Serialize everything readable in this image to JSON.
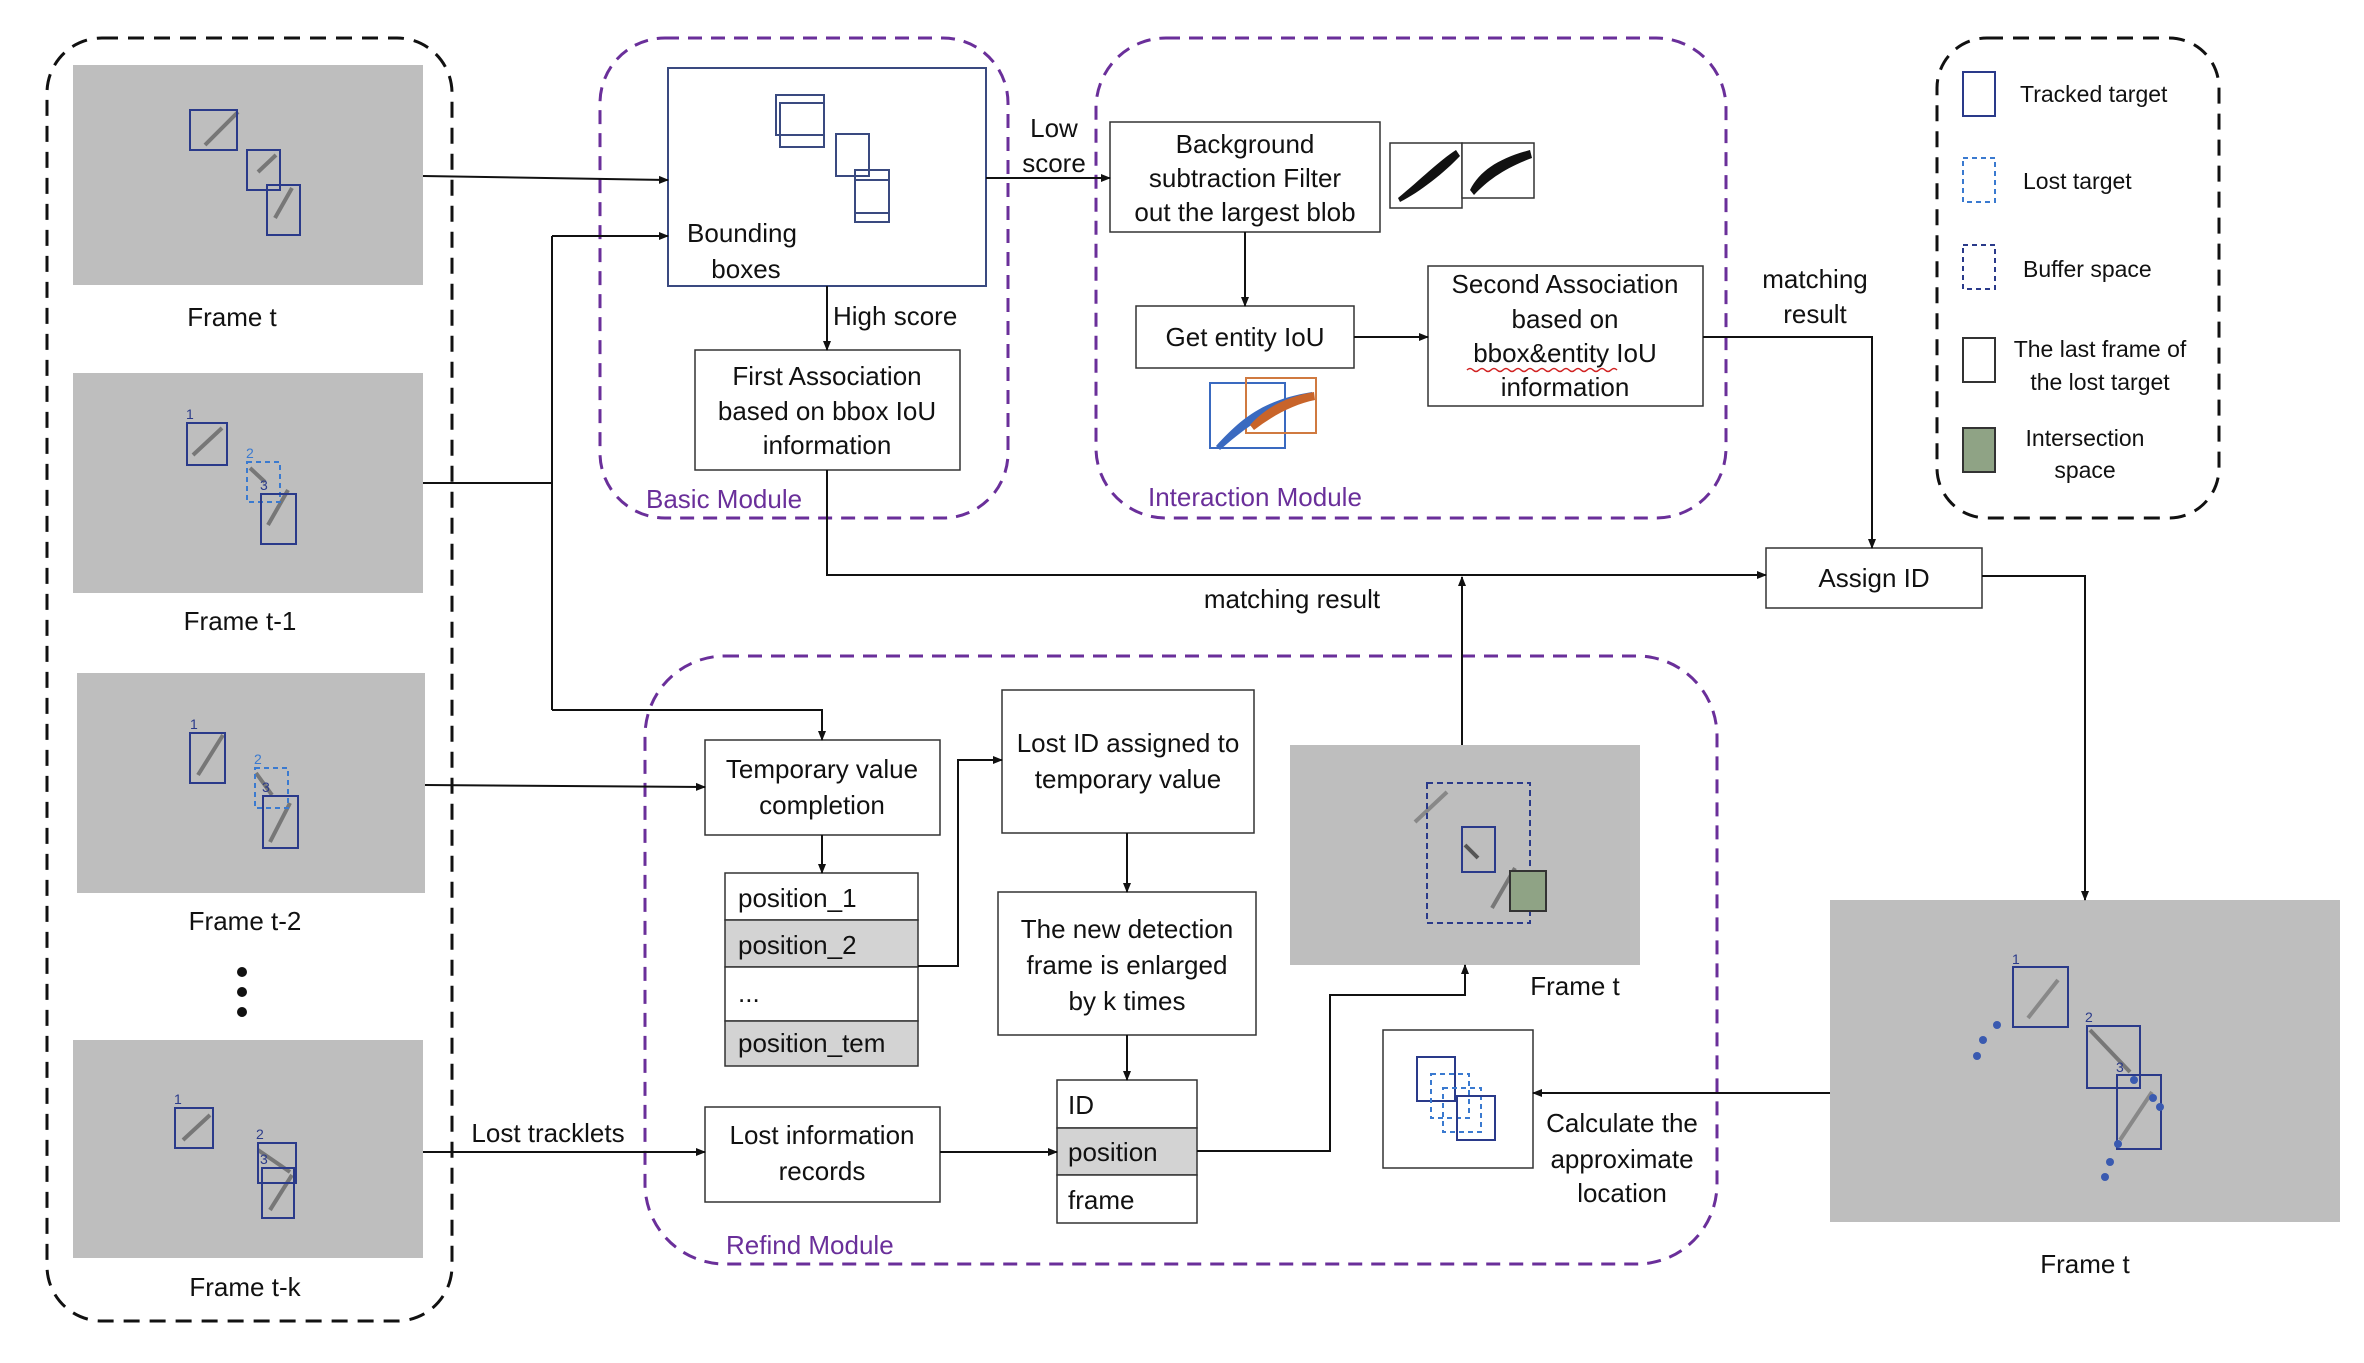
{
  "frames": {
    "t": "Frame t",
    "t1": "Frame t-1",
    "t2": "Frame t-2",
    "tk": "Frame t-k",
    "mid": "Frame t",
    "right": "Frame t"
  },
  "track_ids": {
    "one": "1",
    "two": "2",
    "three": "3"
  },
  "basic_module": {
    "title": "Basic Module",
    "bbox_label_1": "Bounding",
    "bbox_label_2": "boxes",
    "low_score_1": "Low",
    "low_score_2": "score",
    "high_score": "High score",
    "first_assoc": [
      "First Association",
      "based on bbox IoU",
      "information"
    ]
  },
  "interaction_module": {
    "title": "Interaction Module",
    "bg_sub": [
      "Background",
      "subtraction Filter",
      "out the largest blob"
    ],
    "entity_iou": "Get entity IoU",
    "second_assoc": [
      "Second Association",
      "based on",
      "bbox&entity IoU",
      "information"
    ],
    "matching_1": "matching",
    "matching_2": "result"
  },
  "assign": {
    "label": "Assign ID",
    "matching_result": "matching result"
  },
  "refind_module": {
    "title": "Refind Module",
    "temp_value": [
      "Temporary value",
      "completion"
    ],
    "positions": [
      "position_1",
      "position_2",
      "...",
      "position_tem"
    ],
    "lost_id": [
      "Lost ID assigned to",
      "temporary value"
    ],
    "new_detection": [
      "The new detection",
      "frame is enlarged",
      "by k times"
    ],
    "lost_info": [
      "Lost information",
      "records"
    ],
    "record_fields": [
      "ID",
      "position",
      "frame"
    ],
    "lost_tracklets": "Lost tracklets",
    "calc": [
      "Calculate the",
      "approximate",
      "location"
    ]
  },
  "legend": {
    "items": [
      "Tracked target",
      "Lost target",
      "Buffer space",
      "The last frame of",
      "the lost target",
      "Intersection",
      "space"
    ]
  },
  "colors": {
    "module_border": "#6a2f9a",
    "tracked": "#2a3a8a",
    "lost": "#3a7ad0",
    "intersection": "#8fa385",
    "highlight_row": "#d3d3d3",
    "frame_bg": "#bfbfbf"
  }
}
